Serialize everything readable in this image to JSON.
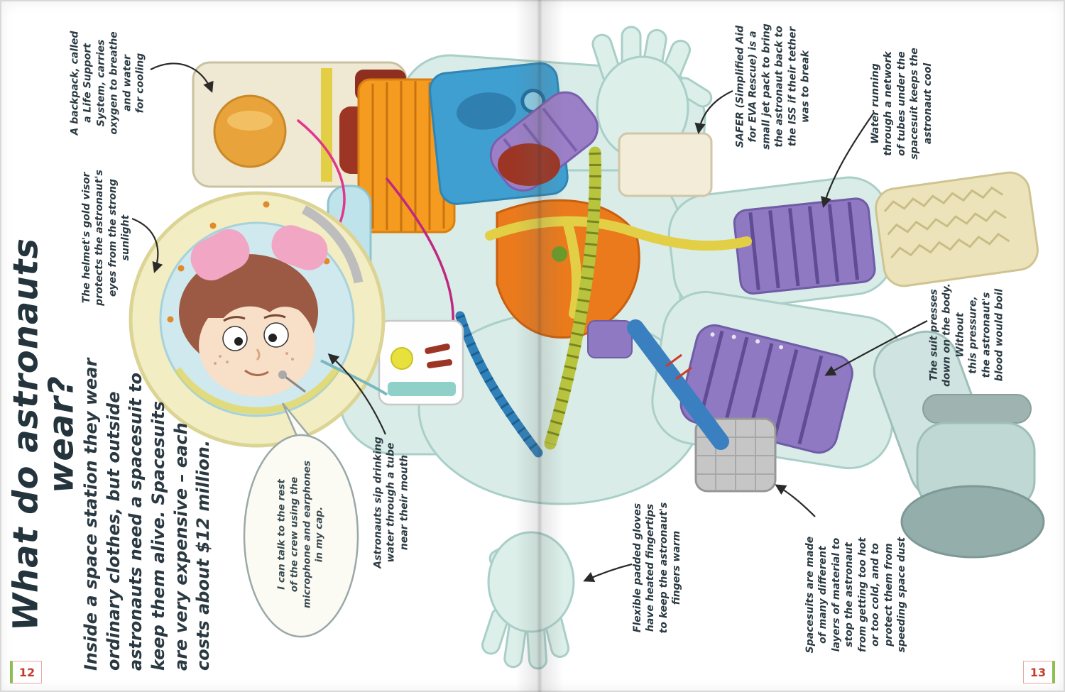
{
  "page": {
    "left_number": "12",
    "right_number": "13"
  },
  "title": "What do astronauts wear?",
  "intro": "Inside a space station they wear\nordinary clothes, but outside\nastronauts need a spacesuit to\nkeep them alive. Spacesuits\nare very expensive – each\ncosts about $12 million.",
  "annotations": {
    "backpack": "A backpack, called\na Life Support\nSystem, carries\noxygen to breathe\nand water\nfor cooling",
    "visor": "The helmet's gold visor\nprotects the astronaut's\neyes from the strong sunlight",
    "speech_bubble": "I can talk to the rest\nof the crew using the\nmicrophone and earphones\nin my cap.",
    "water_tube": "Astronauts sip drinking\nwater through a tube\nnear their mouth",
    "safer": "SAFER (Simplified Aid\nfor EVA Rescue) is a\nsmall jet pack to bring\nthe astronaut back to\nthe ISS if their tether\nwas to break",
    "cooling": "Water running\nthrough a network\nof tubes under the\nspacesuit keeps the\nastronaut cool",
    "pressure": "The suit presses\ndown on the body.\nWithout\nthis pressure,\nthe astronaut's\nblood would boil",
    "gloves": "Flexible padded gloves\nhave heated fingertips\nto keep the astronaut's\nfingers warm",
    "layers": "Spacesuits are made\nof many different\nlayers of material to\nstop the astronaut\nfrom getting too hot\nor too cold, and to\nprotect them from\nspeeding space dust"
  },
  "colors": {
    "suit": "#d9ece7",
    "suit_outline": "#a9cfc8",
    "orange": "#f59b1f",
    "blue_panel": "#3f9fd0",
    "purple": "#8f79c2",
    "olive_hose": "#b9c43e",
    "dark_red": "#9c3524",
    "pink_cap": "#f1a6c4",
    "helmet_rim": "#f2edc2",
    "page_number_red": "#c23b2e",
    "ink": "#2b3a42"
  }
}
